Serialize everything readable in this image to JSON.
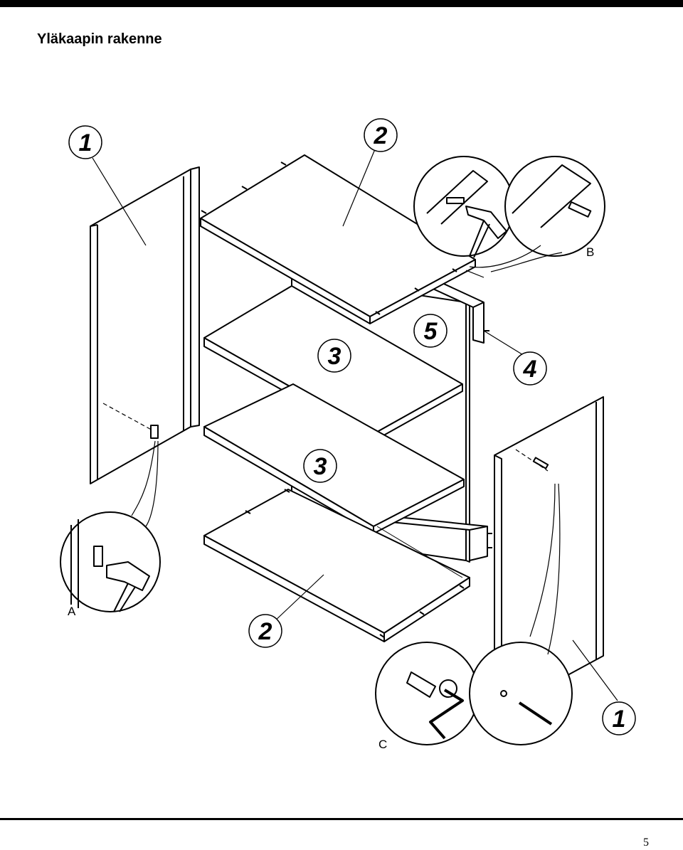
{
  "page": {
    "title": "Yläkaapin rakenne",
    "page_number": "5"
  },
  "callouts": {
    "side_panel_left": "1",
    "top_panel": "2",
    "shelf_upper": "3",
    "shelf_lower": "3",
    "back_panel": "5",
    "rail": "4",
    "bottom_panel": "2",
    "side_panel_right": "1"
  },
  "details": {
    "hanger": "A",
    "dowel": "B",
    "cam_lock": "C"
  }
}
